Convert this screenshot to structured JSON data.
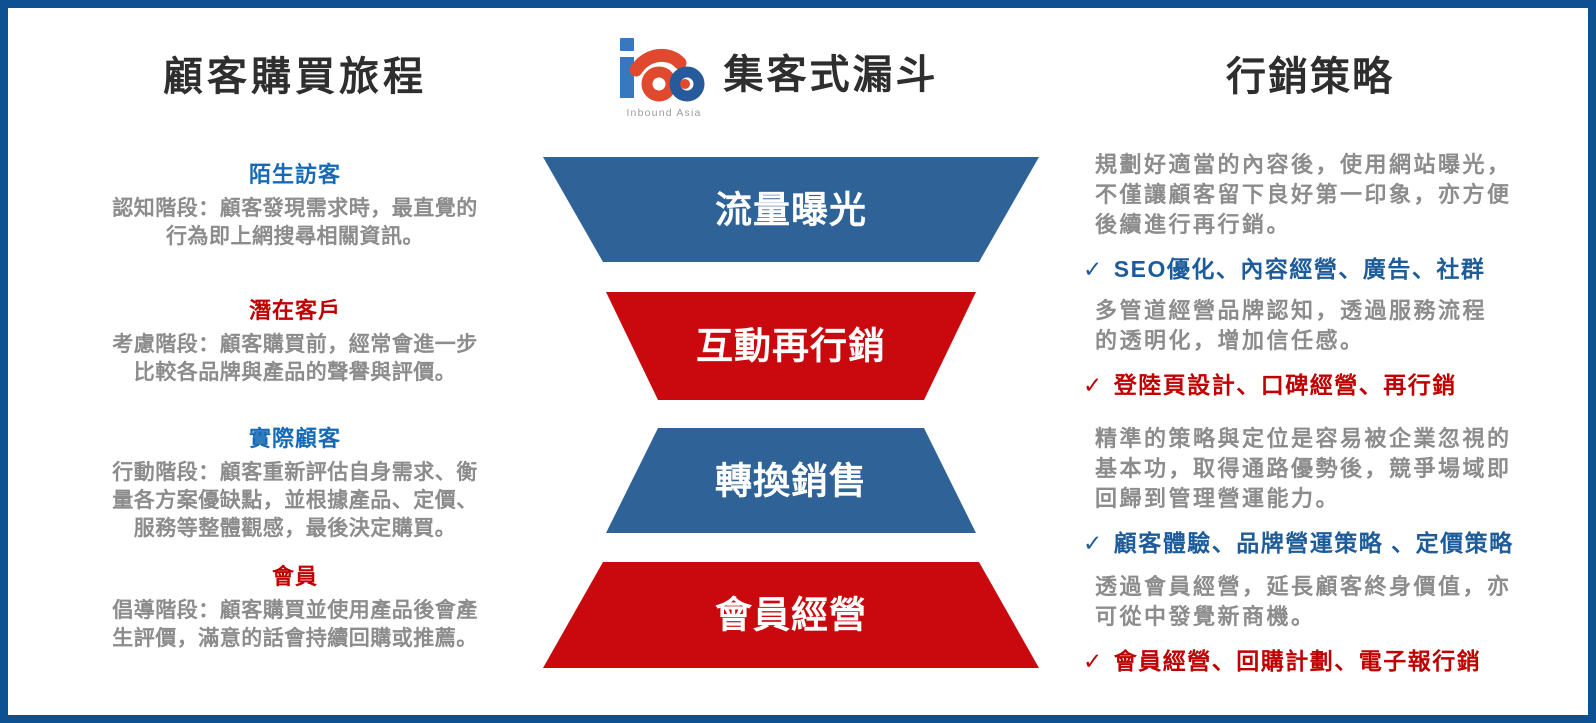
{
  "page": {
    "border_color": "#0E5193",
    "background": "#FFFFFF"
  },
  "logo": {
    "caption": "Inbound Asia",
    "blue": "#3878BE",
    "navy": "#265A9A",
    "orange_red": "#E0492E"
  },
  "journey": {
    "title": "顧客購買旅程",
    "stages": [
      {
        "name": "陌生訪客",
        "name_color": "#166AB5",
        "body": "認知階段：顧客發現需求時，最直覺的\n行為即上網搜尋相關資訊。"
      },
      {
        "name": "潛在客戶",
        "name_color": "#C00000",
        "body": "考慮階段：顧客購買前，經常會進一步\n比較各品牌與產品的聲譽與評價。"
      },
      {
        "name": "實際顧客",
        "name_color": "#166AB5",
        "body": "行動階段：顧客重新評估自身需求、衡\n量各方案優缺點，並根據產品、定價、\n服務等整體觀感，最後決定購買。"
      },
      {
        "name": "會員",
        "name_color": "#C00000",
        "body": "倡導階段：顧客購買並使用產品後會產\n生評價，滿意的話會持續回購或推薦。"
      }
    ]
  },
  "funnel": {
    "title": "集客式漏斗",
    "levels": [
      {
        "label": "流量曝光",
        "color": "#2F6398"
      },
      {
        "label": "互動再行銷",
        "color": "#C9090D"
      },
      {
        "label": "轉換銷售",
        "color": "#2F6398"
      },
      {
        "label": "會員經營",
        "color": "#C9090D"
      }
    ]
  },
  "strategy": {
    "title": "行銷策略",
    "check_mark": "✓",
    "blocks": [
      {
        "body": "規劃好適當的內容後，使用網站曝光，\n不僅讓顧客留下良好第一印象，亦方便\n後續進行再行銷。",
        "tactics": "SEO優化、內容經營、廣告、社群",
        "tactics_color": "#1E5C99"
      },
      {
        "body": "多管道經營品牌認知，透過服務流程\n的透明化，增加信任感。",
        "tactics": "登陸頁設計、口碑經營、再行銷",
        "tactics_color": "#C00000"
      },
      {
        "body": "精準的策略與定位是容易被企業忽視的\n基本功，取得通路優勢後，競爭場域即\n回歸到管理營運能力。",
        "tactics": "顧客體驗、品牌營運策略 、定價策略",
        "tactics_color": "#1E5C99"
      },
      {
        "body": "透過會員經營，延長顧客終身價值，亦\n可從中發覺新商機。",
        "tactics": "會員經營、回購計劃、電子報行銷",
        "tactics_color": "#C00000"
      }
    ]
  }
}
